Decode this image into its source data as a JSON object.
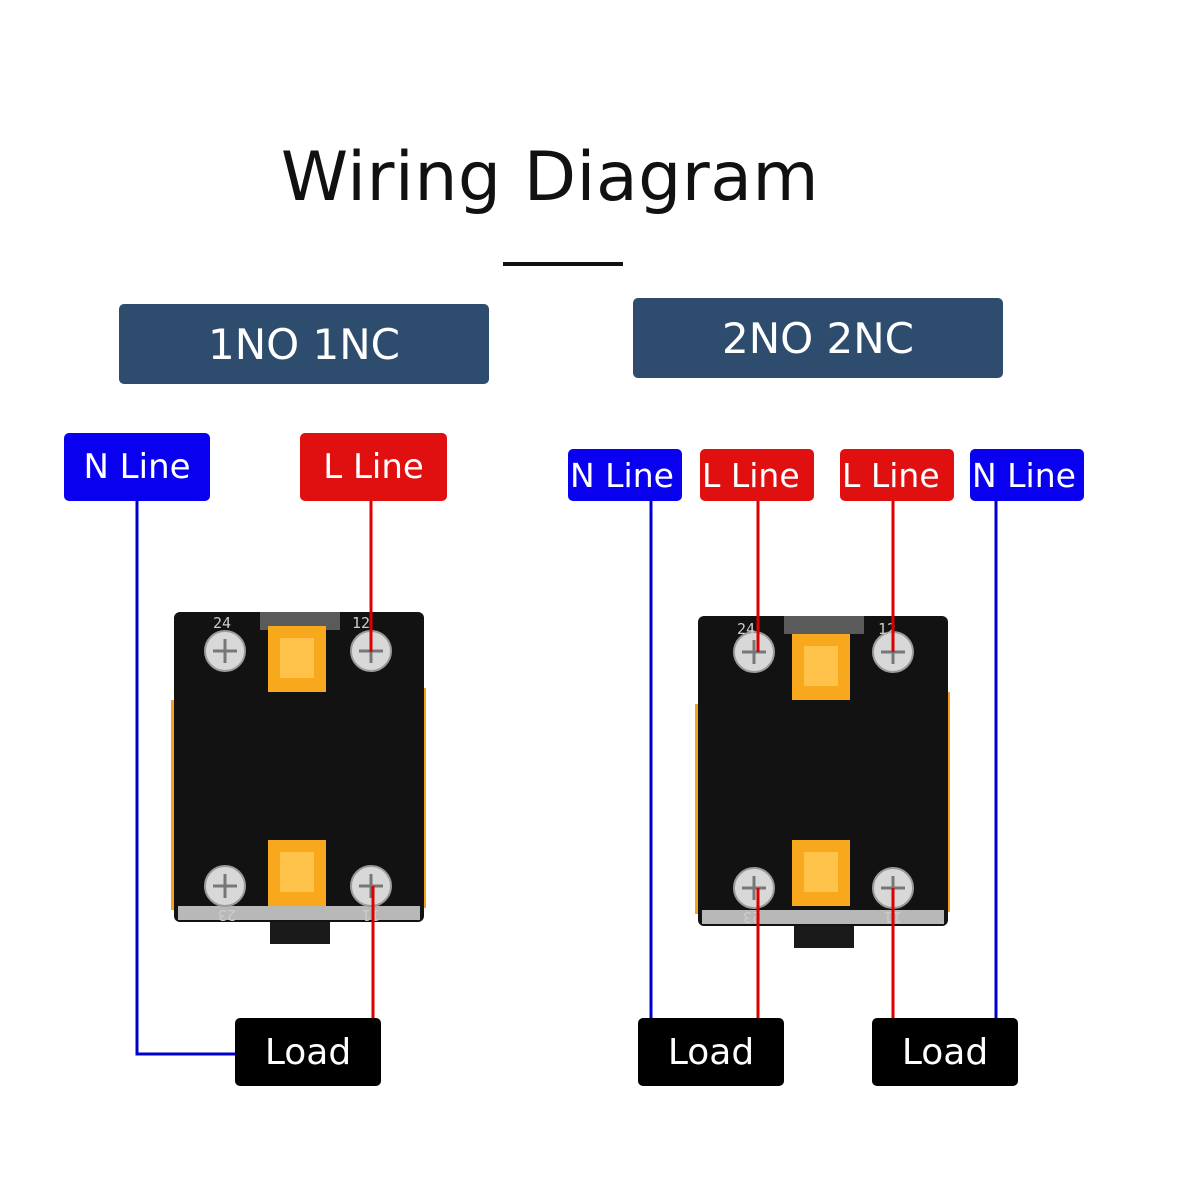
{
  "title": "Wiring Diagram",
  "colors": {
    "header_bg": "#2e4c6e",
    "n_line": "#0a00f0",
    "l_line": "#e01010",
    "wire_blue": "#0000cc",
    "wire_red": "#dd0000",
    "load_bg": "#000000",
    "block_body": "#121212",
    "actuator": "#f5a41a"
  },
  "sections": [
    {
      "header": "1NO 1NC",
      "tags": [
        {
          "label": "N Line",
          "type": "n"
        },
        {
          "label": "L Line",
          "type": "l"
        }
      ],
      "terminals": {
        "top_left": "24",
        "top_right": "12",
        "bottom_left": "23",
        "bottom_right": "11"
      },
      "loads": [
        "Load"
      ]
    },
    {
      "header": "2NO 2NC",
      "tags": [
        {
          "label": "N Line",
          "type": "n"
        },
        {
          "label": "L Line",
          "type": "l"
        },
        {
          "label": "L Line",
          "type": "l"
        },
        {
          "label": "N Line",
          "type": "n"
        }
      ],
      "terminals": {
        "top_left": "24",
        "top_right": "12",
        "bottom_left": "23",
        "bottom_right": "11"
      },
      "loads": [
        "Load",
        "Load"
      ]
    }
  ]
}
